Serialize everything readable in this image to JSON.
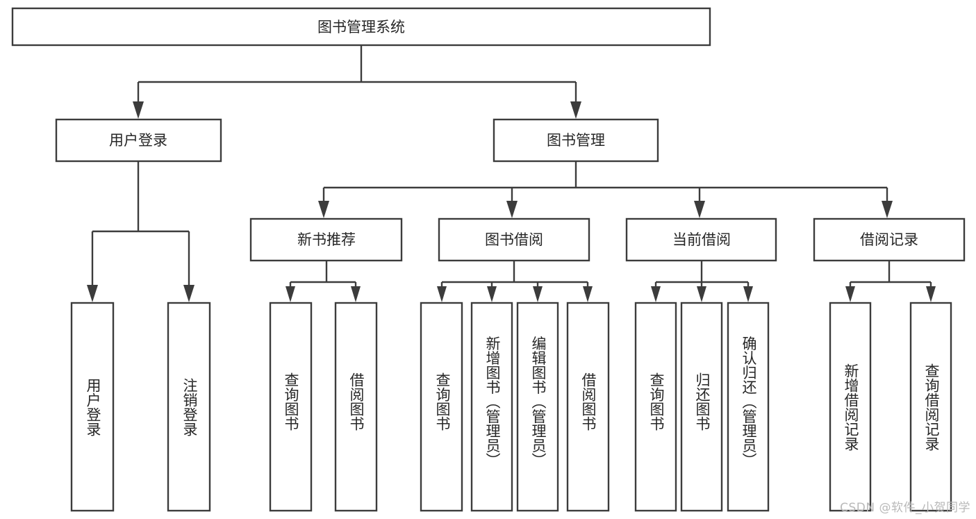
{
  "diagram": {
    "type": "tree-hierarchy-chart",
    "title": "图书管理系统",
    "orientation": "top-down",
    "line_color": "#3c3c3c",
    "box_fill": "#ffffff",
    "text_color": "#262626",
    "levels": 4,
    "nodes": {
      "root": {
        "label": "图书管理系统",
        "level": 1
      },
      "l2": [
        {
          "id": "user-login",
          "label": "用户登录",
          "level": 2
        },
        {
          "id": "book-management",
          "label": "图书管理",
          "level": 2
        }
      ],
      "l3": [
        {
          "id": "new-book-recommend",
          "label": "新书推荐",
          "level": 3,
          "parent": "book-management"
        },
        {
          "id": "book-borrow",
          "label": "图书借阅",
          "level": 3,
          "parent": "book-management"
        },
        {
          "id": "current-borrow",
          "label": "当前借阅",
          "level": 3,
          "parent": "book-management"
        },
        {
          "id": "borrow-record",
          "label": "借阅记录",
          "level": 3,
          "parent": "book-management"
        }
      ],
      "leaves": [
        {
          "id": "leaf-user-login",
          "label": "用户登录",
          "parent": "user-login"
        },
        {
          "id": "leaf-logout-login",
          "label": "注销登录",
          "parent": "user-login"
        },
        {
          "id": "leaf-query-book-1",
          "label": "查询图书",
          "parent": "new-book-recommend"
        },
        {
          "id": "leaf-borrow-book-1",
          "label": "借阅图书",
          "parent": "new-book-recommend"
        },
        {
          "id": "leaf-query-book-2",
          "label": "查询图书",
          "parent": "book-borrow"
        },
        {
          "id": "leaf-add-book",
          "label": "新增图书（管理员）",
          "parent": "book-borrow"
        },
        {
          "id": "leaf-edit-book",
          "label": "编辑图书（管理员）",
          "parent": "book-borrow"
        },
        {
          "id": "leaf-borrow-book-2",
          "label": "借阅图书",
          "parent": "book-borrow"
        },
        {
          "id": "leaf-query-book-3",
          "label": "查询图书",
          "parent": "current-borrow"
        },
        {
          "id": "leaf-return-book",
          "label": "归还图书",
          "parent": "current-borrow"
        },
        {
          "id": "leaf-confirm-return",
          "label": "确认归还（管理员）",
          "parent": "current-borrow"
        },
        {
          "id": "leaf-add-record",
          "label": "新增借阅记录",
          "parent": "borrow-record"
        },
        {
          "id": "leaf-query-record",
          "label": "查询借阅记录",
          "parent": "borrow-record"
        }
      ]
    }
  },
  "watermark": {
    "label": "CSDN @软件_小贺同学"
  }
}
